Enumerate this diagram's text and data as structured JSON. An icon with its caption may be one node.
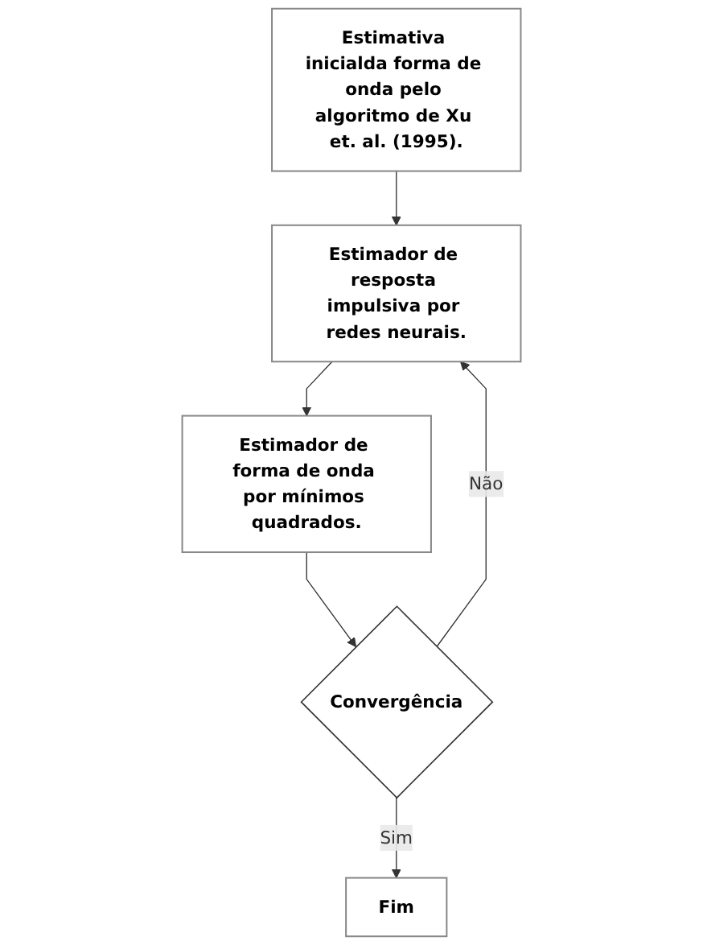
{
  "diagram": {
    "nodes": [
      {
        "text": [
          "Estimativa inicialda forma de onda pelo algoritmo de Xu et. al. (1995)."
        ]
      },
      {
        "text": [
          "Estimador de resposta impulsiva por redes neurais."
        ]
      },
      {
        "text": [
          "Estimador de forma de onda por mínimos quadrados."
        ]
      },
      {
        "text": [
          "Convergência"
        ]
      },
      {
        "text": [
          "Fim"
        ]
      }
    ],
    "edges": [
      {
        "from": 0,
        "to": 1,
        "arrow": "to"
      },
      {
        "from": 1,
        "to": 2,
        "arrow": "to"
      },
      {
        "from": 2,
        "to": 3,
        "arrow": "to"
      },
      {
        "from": 3,
        "to": 4,
        "arrow": "to",
        "label": "Sim"
      },
      {
        "from": 3,
        "to": 1,
        "arrow": "to",
        "label": "Não"
      }
    ]
  }
}
